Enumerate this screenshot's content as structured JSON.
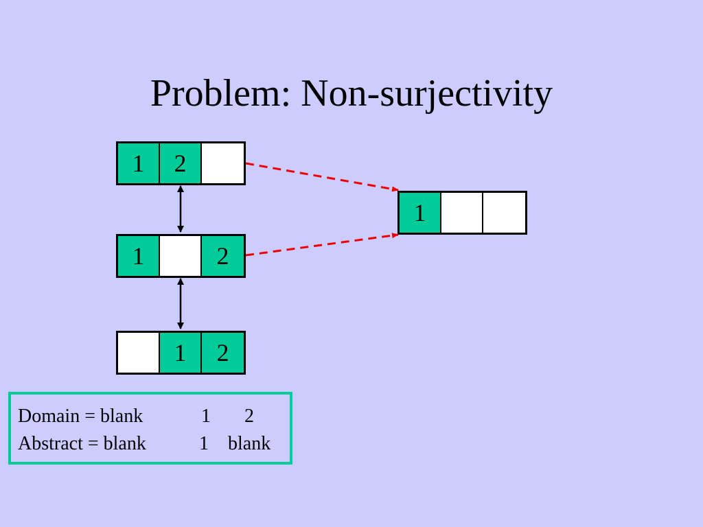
{
  "title": "Problem: Non-surjectivity",
  "domain_states": [
    {
      "cells": [
        "1",
        "2",
        ""
      ],
      "filled": [
        true,
        true,
        false
      ]
    },
    {
      "cells": [
        "1",
        "",
        "2"
      ],
      "filled": [
        true,
        false,
        true
      ]
    },
    {
      "cells": [
        "",
        "1",
        "2"
      ],
      "filled": [
        false,
        true,
        true
      ]
    }
  ],
  "abstract_state": {
    "cells": [
      "1",
      "",
      ""
    ],
    "filled": [
      true,
      false,
      false
    ]
  },
  "legend": {
    "domain": {
      "label": "Domain = blank",
      "v1": "1",
      "v2": "2"
    },
    "abstract": {
      "label": "Abstract = blank",
      "v1": "1",
      "v2": "blank"
    }
  },
  "colors": {
    "background": "#ccccff",
    "filled_cell": "#00cc99",
    "legend_border": "#00cc99",
    "dashed_arrow": "#ee0000",
    "solid_arrow": "#000000"
  }
}
